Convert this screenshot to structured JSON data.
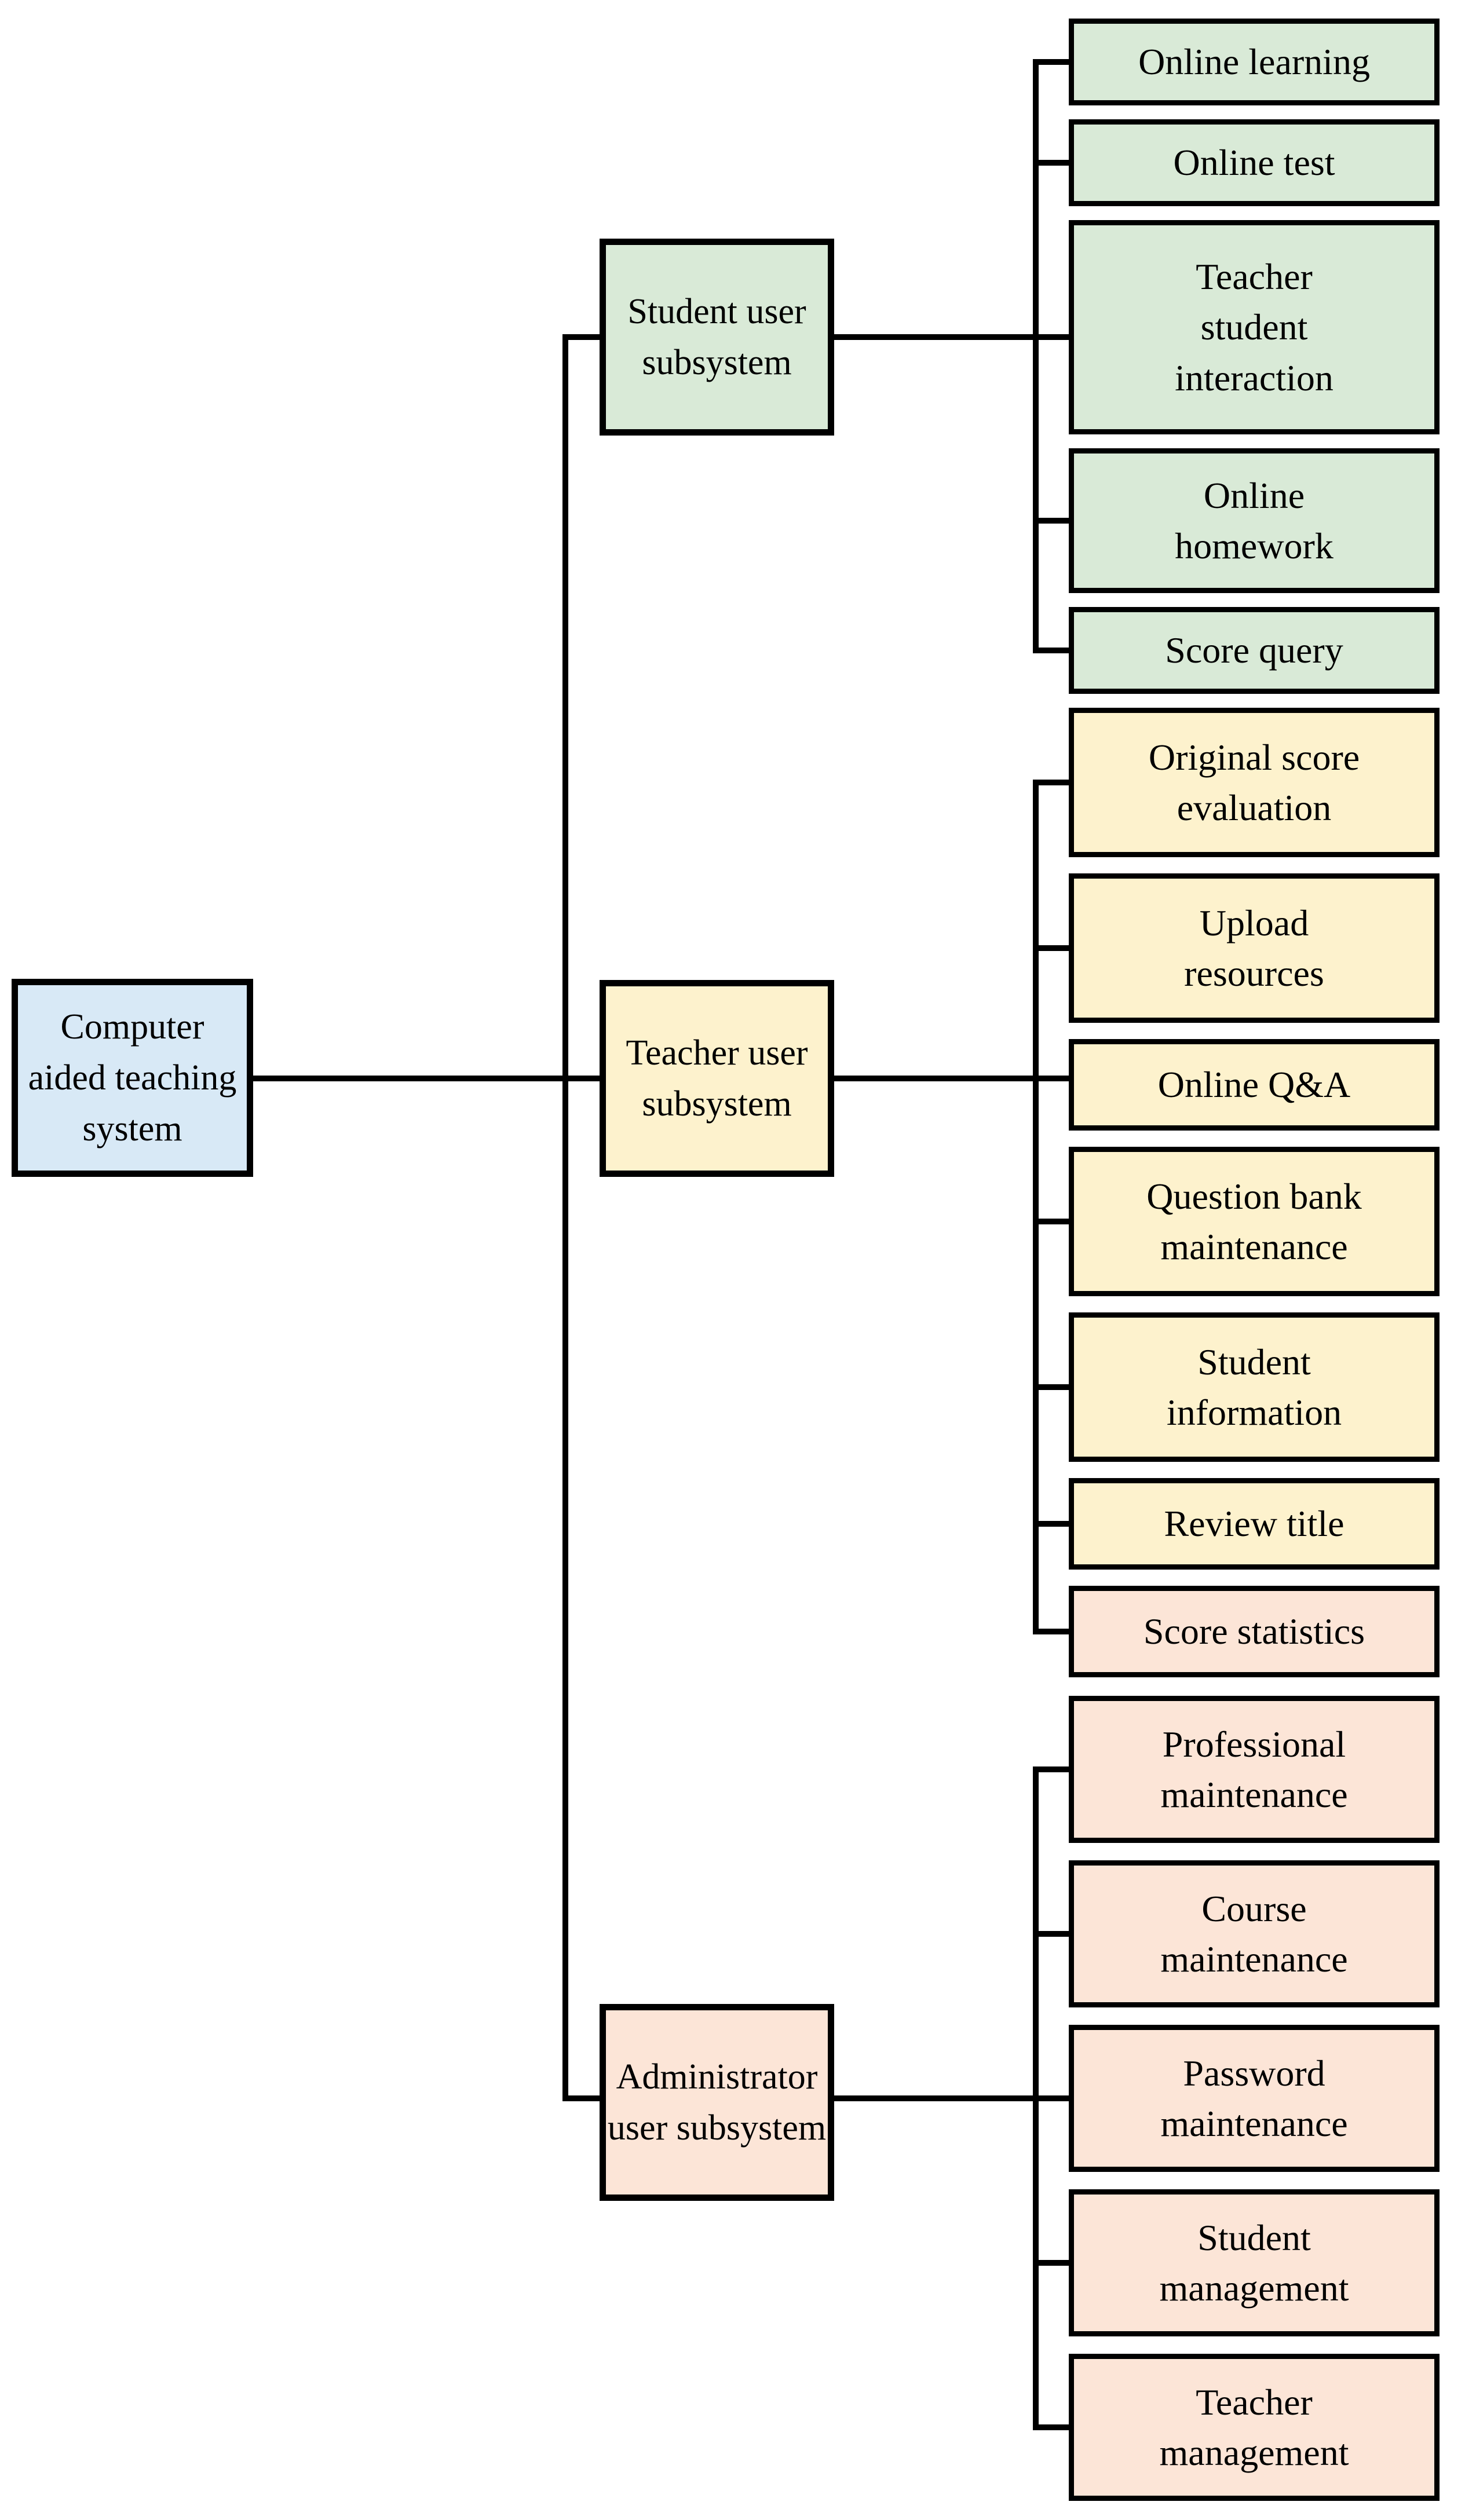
{
  "root": {
    "label": [
      "Computer",
      "aided teaching",
      "system"
    ],
    "fill": "#d8e9f6"
  },
  "groups": [
    {
      "name": "student",
      "label": [
        "Student user",
        "subsystem"
      ],
      "fill": "#d9ead7",
      "leaves": [
        {
          "label": [
            "Online learning"
          ],
          "fill": "#d9ead7"
        },
        {
          "label": [
            "Online test"
          ],
          "fill": "#d9ead7"
        },
        {
          "label": [
            "Teacher",
            "student",
            "interaction"
          ],
          "fill": "#d9ead7"
        },
        {
          "label": [
            "Online",
            "homework"
          ],
          "fill": "#d9ead7"
        },
        {
          "label": [
            "Score query"
          ],
          "fill": "#d9ead7"
        }
      ]
    },
    {
      "name": "teacher",
      "label": [
        "Teacher user",
        "subsystem"
      ],
      "fill": "#fdf2cd",
      "leaves": [
        {
          "label": [
            "Original score",
            "evaluation"
          ],
          "fill": "#fdf2cd"
        },
        {
          "label": [
            "Upload",
            "resources"
          ],
          "fill": "#fdf2cd"
        },
        {
          "label": [
            "Online Q&A"
          ],
          "fill": "#fdf2cd"
        },
        {
          "label": [
            "Question bank",
            "maintenance"
          ],
          "fill": "#fdf2cd"
        },
        {
          "label": [
            "Student",
            "information"
          ],
          "fill": "#fdf2cd"
        },
        {
          "label": [
            "Review title"
          ],
          "fill": "#fdf2cd"
        },
        {
          "label": [
            "Score statistics"
          ],
          "fill": "#fce5d7"
        }
      ]
    },
    {
      "name": "administrator",
      "label": [
        "Administrator",
        "user subsystem"
      ],
      "fill": "#fce5d7",
      "leaves": [
        {
          "label": [
            "Professional",
            "maintenance"
          ],
          "fill": "#fce5d7"
        },
        {
          "label": [
            "Course",
            "maintenance"
          ],
          "fill": "#fce5d7"
        },
        {
          "label": [
            "Password",
            "maintenance"
          ],
          "fill": "#fce5d7"
        },
        {
          "label": [
            "Student",
            "management"
          ],
          "fill": "#fce5d7"
        },
        {
          "label": [
            "Teacher",
            "management"
          ],
          "fill": "#fce5d7"
        }
      ]
    }
  ],
  "colors": {
    "background": "#ffffff",
    "border": "#000000",
    "connector": "#000000",
    "root_fill": "#d8e9f6",
    "student_fill": "#d9ead7",
    "teacher_fill": "#fdf2cd",
    "admin_fill": "#fce5d7"
  }
}
